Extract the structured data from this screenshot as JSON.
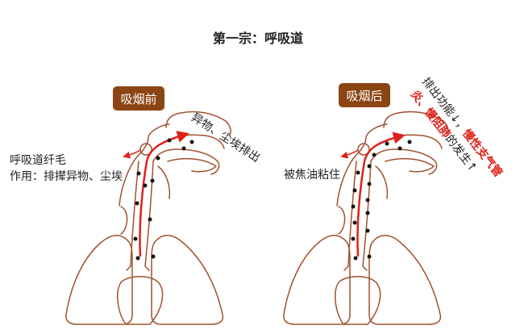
{
  "title": "第一宗：呼吸道",
  "left": {
    "tag": "吸烟前",
    "cilia_label": "呼吸道纤毛",
    "function_label": "作用：排撵异物、尘埃",
    "arrow_label": "异物、尘埃排出"
  },
  "right": {
    "tag": "吸烟后",
    "tar_label": "被焦油粘住",
    "line1_a": "排出功能↓，",
    "line1_b": "慢性支气管",
    "line2_a": "炎、慢阻肺",
    "line2_b": "的发生↑"
  },
  "colors": {
    "outline": "#a0522d",
    "arrow": "#e0201a",
    "tag_bg": "#8b4513",
    "accent": "#e0201a"
  }
}
